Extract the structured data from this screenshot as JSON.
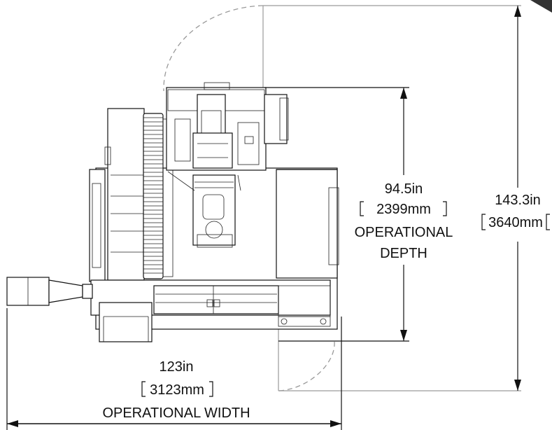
{
  "depth": {
    "value": "94.5in",
    "metric": "2399mm",
    "label_line1": "OPERATIONAL",
    "label_line2": "DEPTH"
  },
  "overall": {
    "value": "143.3in",
    "metric": "3640mm"
  },
  "width": {
    "value": "123in",
    "metric": "3123mm",
    "label": "OPERATIONAL WIDTH"
  }
}
